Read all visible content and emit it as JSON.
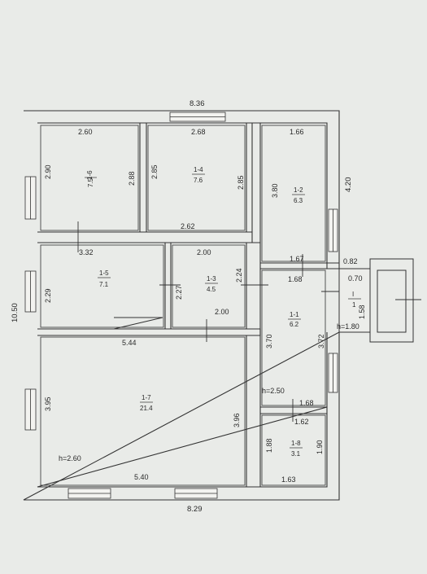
{
  "plan": {
    "outer": {
      "top_width": "8.36",
      "bottom_width": "8.29",
      "left_height": "10.50",
      "right_height": "4.20",
      "right_gap": "0.82"
    },
    "rooms": [
      {
        "id": "1-6",
        "area": "7.5",
        "top": "2.60",
        "left": "2.90",
        "right": "2.88",
        "bottom": "3.32"
      },
      {
        "id": "1-4",
        "area": "7.6",
        "top": "2.68",
        "left": "2.85",
        "right": "2.85",
        "bottom": "2.62"
      },
      {
        "id": "1-2",
        "area": "6.3",
        "top": "1.66",
        "left": "3.80",
        "bottom": "1.67"
      },
      {
        "id": "1-5",
        "area": "7.1",
        "left": "2.29",
        "right": "2.27",
        "bottom": "5.44"
      },
      {
        "id": "1-3",
        "area": "4.5",
        "top": "2.00",
        "right": "2.24",
        "bottom": "2.00"
      },
      {
        "id": "1-1",
        "area": "6.2",
        "top": "1.68",
        "left": "3.70",
        "right": "3.72",
        "bottom": "1.68",
        "height": "h=2.50"
      },
      {
        "id": "1-7",
        "area": "21.4",
        "left": "3.95",
        "right": "3.96",
        "bottom": "5.40",
        "height": "h=2.60"
      },
      {
        "id": "1-8",
        "area": "3.1",
        "top": "1.62",
        "left": "1.88",
        "right": "1.90",
        "bottom": "1.63"
      }
    ],
    "porch": {
      "id": "I",
      "area": "1",
      "top": "0.70",
      "side": "1.58",
      "height": "h=1.80"
    }
  }
}
